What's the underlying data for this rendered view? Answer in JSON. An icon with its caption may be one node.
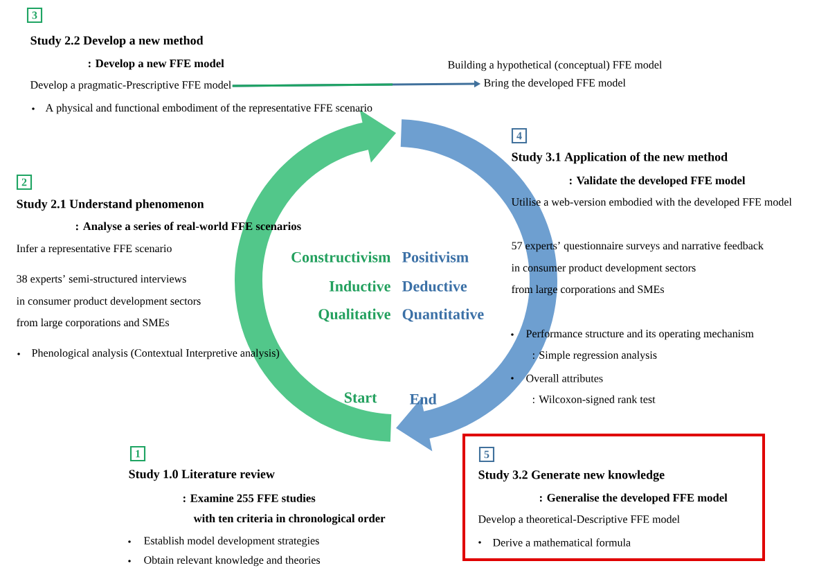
{
  "diagram": {
    "nodes": [
      {
        "text": [
          "3"
        ],
        "beside": [
          "Study 2.2 Develop a new method"
        ]
      },
      {
        "text": [
          "Develop a pragmatic-Prescriptive FFE model"
        ]
      },
      {
        "text": [
          "Bring the developed FFE model"
        ]
      },
      {
        "text": [
          "2"
        ],
        "beside": [
          "Study 2.1 Understand phenomenon"
        ]
      },
      {
        "text": [
          "4"
        ],
        "beside": [
          "Study 3.1 Application of the new method"
        ]
      },
      {
        "text": [
          "1"
        ],
        "beside": [
          "Study 1.0 Literature review"
        ]
      },
      {
        "text": [
          "Study 3.2 Generate new knowledge",
          ": Generalise the developed FFE model",
          "Develop a theoretical-Descriptive FFE model",
          "Derive a mathematical formula"
        ]
      },
      {
        "text": [
          "5"
        ],
        "in": 6
      }
    ],
    "edges": [
      {
        "from": 1,
        "to": 2,
        "arrow": "to",
        "label": "Building a hypothetical (conceptual) FFE model"
      }
    ],
    "labels": [
      ": Develop a new FFE model",
      "A physical and functional embodiment of the representative FFE scenario",
      ": Analyse a series of real-world FFE scenarios",
      "Infer a representative FFE scenario",
      "38 experts’ semi-structured interviews",
      "in consumer product development sectors",
      "from large corporations and SMEs",
      "Phenological analysis (Contextual Interpretive analysis)",
      ": Validate the developed FFE model",
      "Utilise a web-version embodied with the developed FFE model",
      "57 experts’ questionnaire surveys and narrative feedback",
      "in consumer product development sectors",
      "from large corporations and SMEs",
      "Performance structure and its operating mechanism",
      ": Simple regression analysis",
      "Overall attributes",
      ": Wilcoxon-signed rank test",
      "Constructivism",
      "Positivism",
      "Inductive",
      "Deductive",
      "Qualitative",
      "Quantitative",
      "Start",
      "End",
      ": Examine 255 FFE studies",
      "with ten criteria in chronological order",
      "Establish model development strategies",
      "Obtain relevant knowledge and theories"
    ]
  }
}
